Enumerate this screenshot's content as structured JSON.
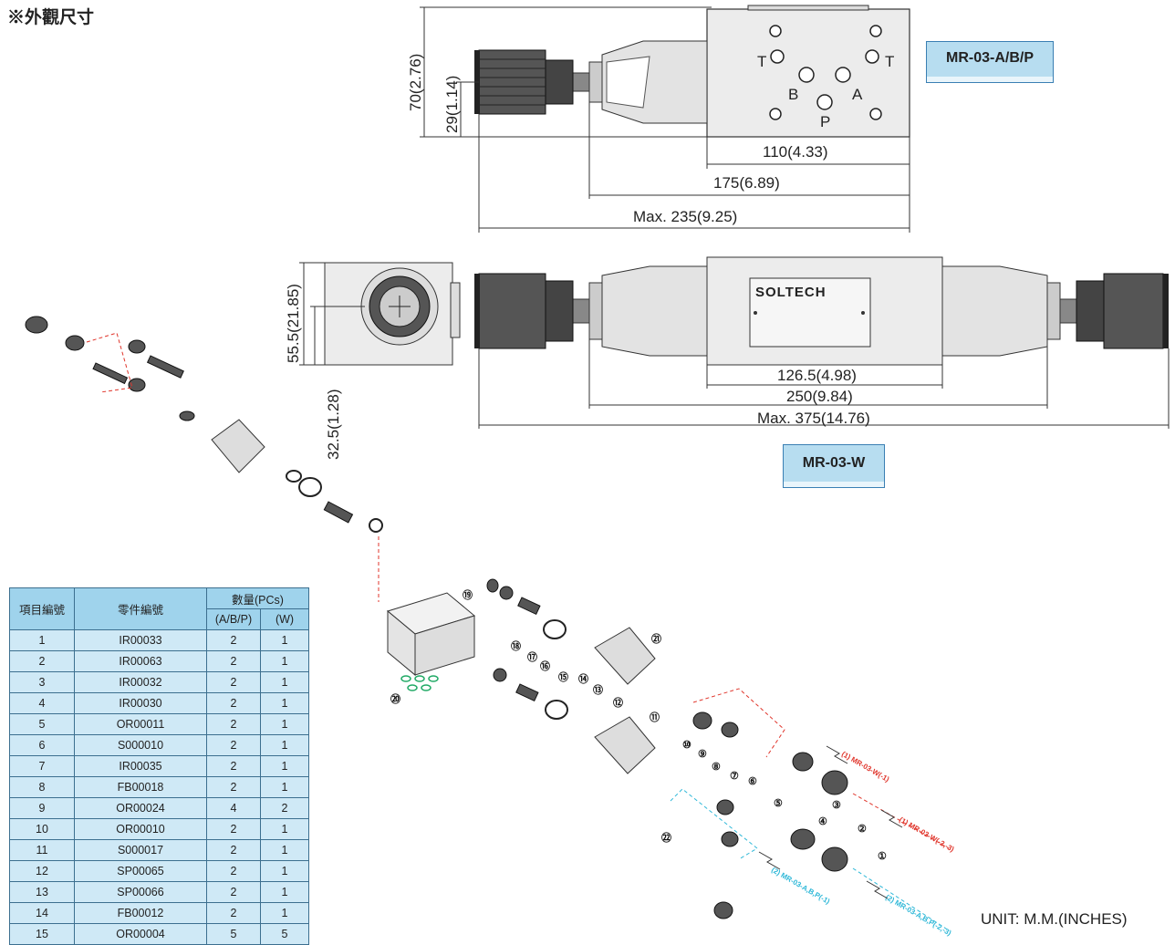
{
  "page_title": "※外觀尺寸",
  "unit": "UNIT: M.M.(INCHES)",
  "top_view": {
    "badge": "MR-03-A/B/P",
    "port_labels": [
      "T",
      "T",
      "B",
      "A",
      "P"
    ],
    "dims": {
      "height_total": "70(2.76)",
      "height_center": "29(1.14)",
      "body_width": "110(4.33)",
      "width_175": "175(6.89)",
      "width_max": "Max. 235(9.25)"
    }
  },
  "w_view": {
    "badge": "MR-03-W",
    "brand": "SOLTECH",
    "dims": {
      "height_total": "55.5(21.85)",
      "height_center": "32.5(1.28)",
      "body_width": "126.5(4.98)",
      "width_250": "250(9.84)",
      "width_max": "Max. 375(14.76)"
    }
  },
  "parts_table": {
    "headers": {
      "item": "項目編號",
      "part": "零件編號",
      "qty": "數量(PCs)",
      "abp": "(A/B/P)",
      "w": "(W)"
    },
    "rows": [
      {
        "item": "1",
        "part": "IR00033",
        "abp": "2",
        "w": "1"
      },
      {
        "item": "2",
        "part": "IR00063",
        "abp": "2",
        "w": "1"
      },
      {
        "item": "3",
        "part": "IR00032",
        "abp": "2",
        "w": "1"
      },
      {
        "item": "4",
        "part": "IR00030",
        "abp": "2",
        "w": "1"
      },
      {
        "item": "5",
        "part": "OR00011",
        "abp": "2",
        "w": "1"
      },
      {
        "item": "6",
        "part": "S000010",
        "abp": "2",
        "w": "1"
      },
      {
        "item": "7",
        "part": "IR00035",
        "abp": "2",
        "w": "1"
      },
      {
        "item": "8",
        "part": "FB00018",
        "abp": "2",
        "w": "1"
      },
      {
        "item": "9",
        "part": "OR00024",
        "abp": "4",
        "w": "2"
      },
      {
        "item": "10",
        "part": "OR00010",
        "abp": "2",
        "w": "1"
      },
      {
        "item": "11",
        "part": "S000017",
        "abp": "2",
        "w": "1"
      },
      {
        "item": "12",
        "part": "SP00065",
        "abp": "2",
        "w": "1"
      },
      {
        "item": "13",
        "part": "SP00066",
        "abp": "2",
        "w": "1"
      },
      {
        "item": "14",
        "part": "FB00012",
        "abp": "2",
        "w": "1"
      },
      {
        "item": "15",
        "part": "OR00004",
        "abp": "5",
        "w": "5"
      }
    ]
  },
  "exploded": {
    "callouts": [
      "①",
      "②",
      "③",
      "④",
      "⑤",
      "⑥",
      "⑦",
      "⑧",
      "⑨",
      "⑩",
      "⑪",
      "⑫",
      "⑬",
      "⑭",
      "⑮",
      "⑯",
      "⑰",
      "⑱",
      "⑲",
      "⑳",
      "㉑",
      "㉒"
    ],
    "arrow_labels": [
      "(1) MR-03-W(-1)",
      "(1) MR-03-W(-2,-3)",
      "(2) MR-03-A,B,P(-1)",
      "(2) MR-03-A,B,P(-2,-3)"
    ],
    "colors": {
      "red": "#e0352b",
      "cyan": "#2fb8d8"
    }
  }
}
